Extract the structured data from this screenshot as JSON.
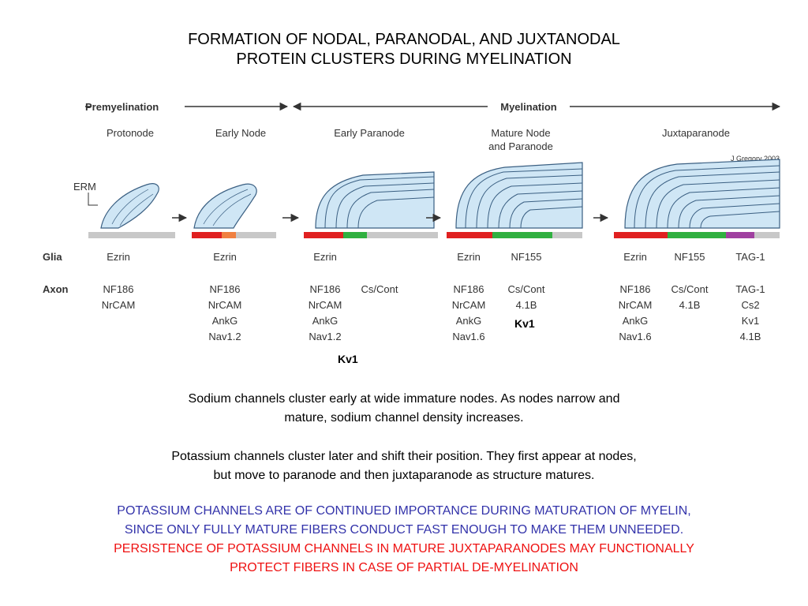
{
  "title": {
    "line1": "FORMATION OF NODAL, PARANODAL, AND JUXTANODAL",
    "line2": "PROTEIN CLUSTERS DURING MYELINATION"
  },
  "figure": {
    "phases": {
      "premyelination": "Premyelination",
      "myelination": "Myelination"
    },
    "stages": {
      "protonode": "Protonode",
      "early_node": "Early Node",
      "early_paranode": "Early Paranode",
      "mature_line1": "Mature Node",
      "mature_line2": "and Paranode",
      "juxtaparanode": "Juxtaparanode"
    },
    "credit": "J Gregory 2003",
    "erm": "ERM",
    "row_labels": {
      "glia": "Glia",
      "axon": "Axon"
    },
    "glia": {
      "protonode": "Ezrin",
      "early_node": "Ezrin",
      "early_paranode": "Ezrin",
      "mature_a": "Ezrin",
      "mature_b": "NF155",
      "juxta_a": "Ezrin",
      "juxta_b": "NF155",
      "juxta_c": "TAG-1"
    },
    "axon": {
      "protonode": [
        "NF186",
        "NrCAM"
      ],
      "early_node": [
        "NF186",
        "NrCAM",
        "AnkG",
        "Nav1.2"
      ],
      "early_paranode_a": [
        "NF186",
        "NrCAM",
        "AnkG",
        "Nav1.2"
      ],
      "early_paranode_b": [
        "Cs/Cont"
      ],
      "mature_a": [
        "NF186",
        "NrCAM",
        "AnkG",
        "Nav1.6"
      ],
      "mature_b": [
        "Cs/Cont",
        "4.1B"
      ],
      "juxta_a": [
        "NF186",
        "NrCAM",
        "AnkG",
        "Nav1.6"
      ],
      "juxta_b": [
        "Cs/Cont",
        "4.1B"
      ],
      "juxta_c": [
        "TAG-1",
        "Cs2",
        "Kv1",
        "4.1B"
      ]
    },
    "kv1_mature": "Kv1",
    "kv1_early": "Kv1",
    "colors": {
      "node_red": "#e02020",
      "paranode_green": "#30b040",
      "juxta_purple": "#a040a0",
      "axon_gray": "#c8c8c8",
      "myelin_fill": "#cfe6f5",
      "myelin_stroke": "#3a5f82",
      "label_blue": "#3a6fb0"
    }
  },
  "paragraphs": {
    "p1_line1": "Sodium channels cluster early at wide immature nodes.  As nodes narrow and",
    "p1_line2": "mature, sodium channel density increases.",
    "p2_line1": "Potassium channels cluster later and shift their position.  They first appear at nodes,",
    "p2_line2": "but move to paranode and then juxtaparanode as structure matures.",
    "p3_line1": "POTASSIUM CHANNELS ARE OF CONTINUED IMPORTANCE DURING MATURATION OF MYELIN,",
    "p3_line2": "SINCE ONLY FULLY MATURE FIBERS CONDUCT FAST ENOUGH TO MAKE THEM UNNEEDED.",
    "p4_line1": "PERSISTENCE OF POTASSIUM CHANNELS IN MATURE JUXTAPARANODES MAY FUNCTIONALLY",
    "p4_line2": "PROTECT FIBERS IN CASE OF PARTIAL DE-MYELINATION"
  }
}
